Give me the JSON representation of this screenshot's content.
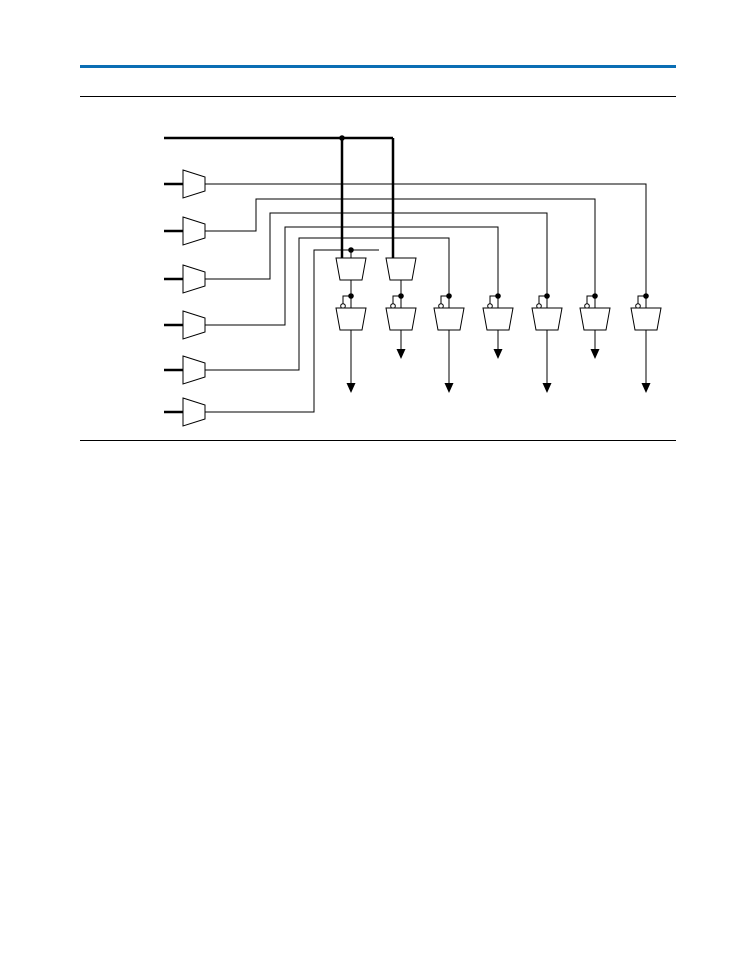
{
  "colors": {
    "header_rule": "#0a6eb4",
    "line": "#000000",
    "background": "#ffffff"
  },
  "diagram": {
    "input_muxes": 6,
    "output_columns": 7,
    "top_row_muxes": 2,
    "icons": [
      "mux-trapezoid-icon",
      "junction-dot-icon",
      "inversion-bubble-icon",
      "down-arrow-icon"
    ]
  }
}
